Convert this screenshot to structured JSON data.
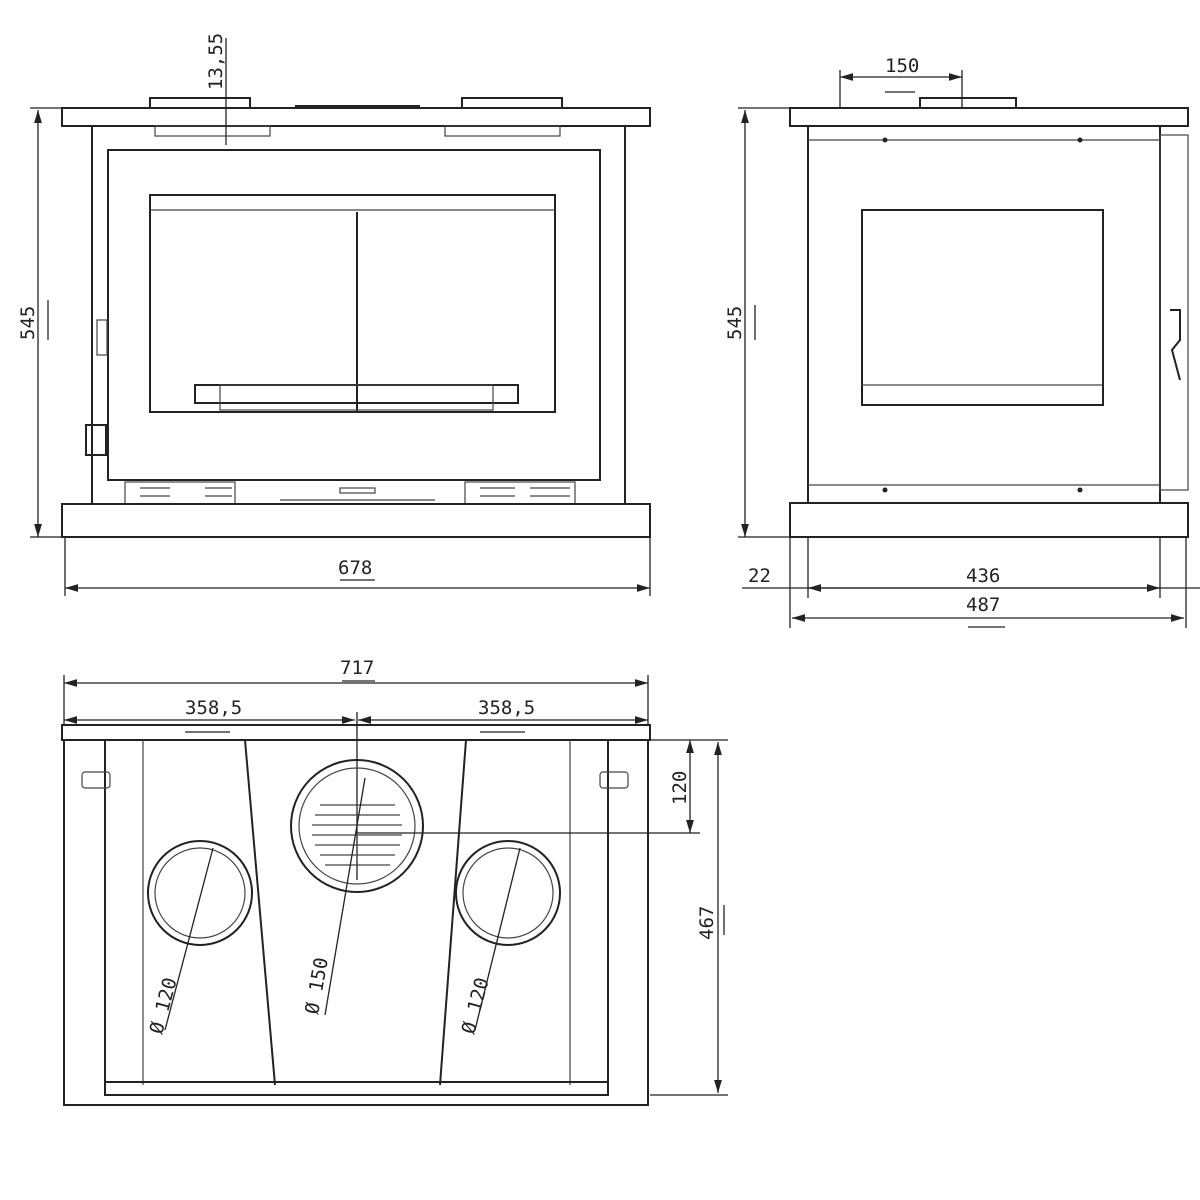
{
  "views": {
    "front": {
      "dimensions": {
        "top_offset": "13,55",
        "height": "545",
        "width": "678"
      }
    },
    "side": {
      "dimensions": {
        "flue_offset": "150",
        "height": "545",
        "left_offset": "22",
        "inner_depth": "436",
        "total_depth": "487"
      }
    },
    "bottom": {
      "dimensions": {
        "total_width": "717",
        "half_left": "358,5",
        "half_right": "358,5",
        "flue_offset": "120",
        "depth": "467"
      },
      "openings": {
        "left": "Ø 120",
        "center": "Ø 150",
        "right": "Ø 120"
      }
    }
  },
  "colors": {
    "line": "#222222",
    "background": "#ffffff"
  }
}
